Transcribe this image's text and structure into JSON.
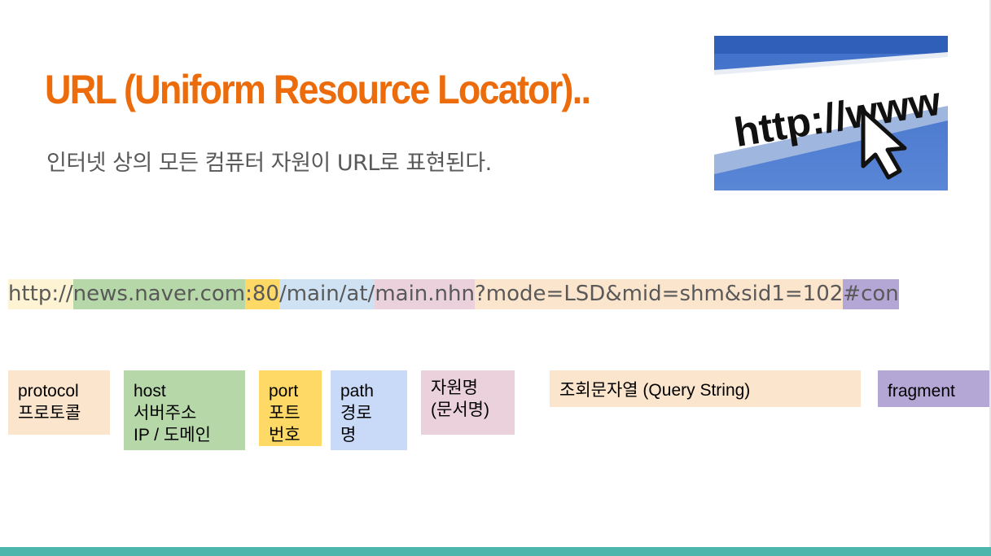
{
  "slide": {
    "title": "URL (Uniform Resource Locator)..",
    "subtitle": "인터넷 상의 모든 컴퓨터 자원이 URL로 표현된다."
  },
  "hero_image": {
    "text": "http://www",
    "icon": "mouse-cursor-icon"
  },
  "url": {
    "segments": [
      {
        "part": "protocol",
        "text": "http://",
        "color": "#fef3d3"
      },
      {
        "part": "host",
        "text": "news.naver.com",
        "color": "#b6d7a8"
      },
      {
        "part": "port",
        "text": ":80",
        "color": "#ffd966"
      },
      {
        "part": "path",
        "text": "/main/at/",
        "color": "#cfe2f3"
      },
      {
        "part": "resource",
        "text": "main.nhn",
        "color": "#ead1dc"
      },
      {
        "part": "query",
        "text": "?mode=LSD&mid=shm&sid1=102",
        "color": "#fce5cd"
      },
      {
        "part": "fragment",
        "text": "#con",
        "color": "#b4a7d6"
      }
    ]
  },
  "labels": {
    "protocol": [
      "protocol",
      "프로토콜"
    ],
    "host": [
      "host",
      "서버주소",
      "IP / 도메인"
    ],
    "port": [
      "port",
      "포트",
      "번호"
    ],
    "path": [
      "path",
      "경로",
      "명"
    ],
    "resource": [
      "자원명",
      "(문서명)"
    ],
    "query": [
      "조회문자열 (Query String)"
    ],
    "fragment": [
      "fragment"
    ]
  },
  "colors": {
    "title": "#ec6c0b",
    "footer": "#4db6ac"
  }
}
